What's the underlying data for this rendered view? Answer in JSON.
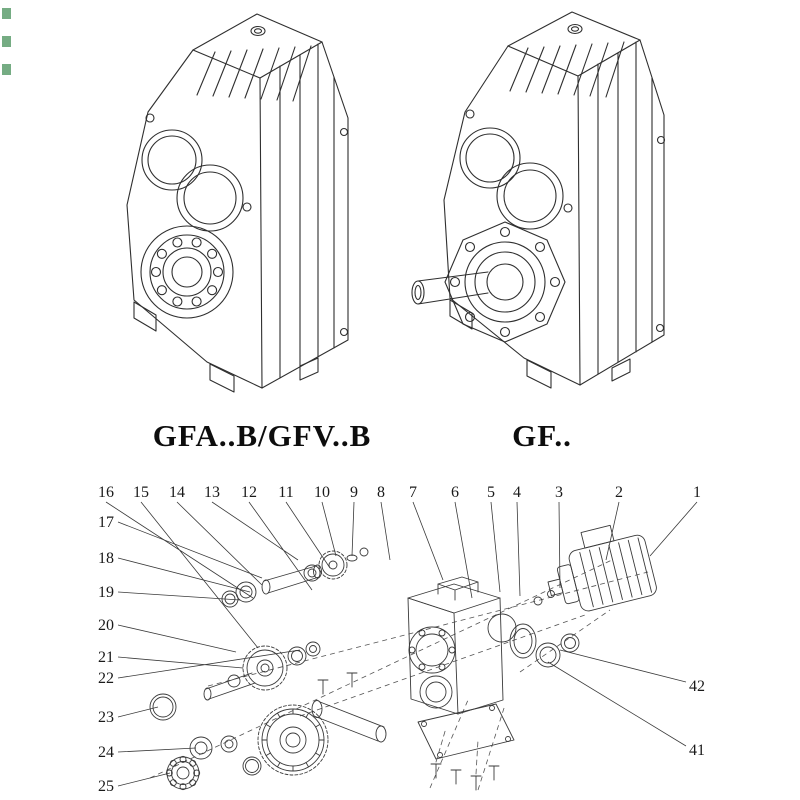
{
  "page": {
    "background": "#ffffff"
  },
  "colors": {
    "line": "#2f2f2f",
    "exploded_line": "#3a3a3a",
    "label_text": "#0d0d0d",
    "callout_text": "#1a1a1a",
    "edge_mark": "#3b8a4f"
  },
  "products": [
    {
      "label": "GFA..B/GFV..B"
    },
    {
      "label": "GF.."
    }
  ],
  "exploded_view": {
    "callouts_top": [
      "16",
      "15",
      "14",
      "13",
      "12",
      "11",
      "10",
      "9",
      "8",
      "7",
      "6",
      "5",
      "4",
      "3",
      "2",
      "1"
    ],
    "callouts_left": [
      "17",
      "18",
      "19",
      "20",
      "21",
      "22",
      "23",
      "24",
      "25"
    ],
    "callouts_right": [
      "42",
      "41"
    ]
  }
}
